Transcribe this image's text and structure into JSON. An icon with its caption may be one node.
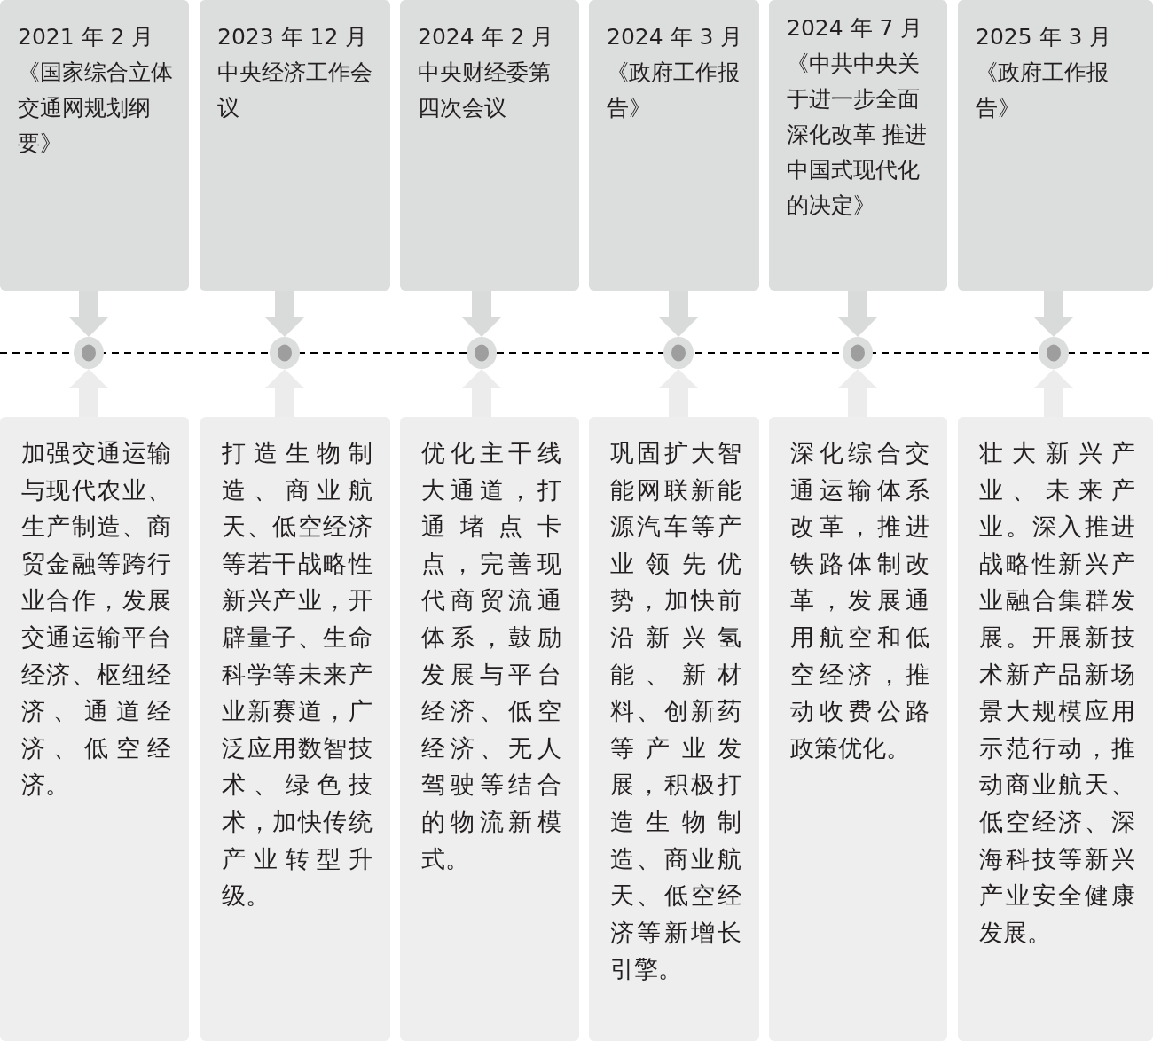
{
  "diagram": {
    "nodes": [
      {
        "text": [
          "2021 年 2 月",
          "《国家综合立体交通网规划纲要》"
        ]
      },
      {
        "text": [
          "2023 年 12 月",
          "中央经济工作会议"
        ]
      },
      {
        "text": [
          "2024 年 2 月",
          "中央财经委第四次会议"
        ]
      },
      {
        "text": [
          "2024 年 3 月",
          "《政府工作报告》"
        ]
      },
      {
        "text": [
          "2024 年 7 月",
          "《中共中央关于进一步全面深化改革 推进中国式现代化的决定》"
        ]
      },
      {
        "text": [
          "2025 年 3 月",
          "《政府工作报告》"
        ]
      },
      {
        "text": [],
        "shape": "circle"
      },
      {
        "text": [],
        "shape": "circle"
      },
      {
        "text": [],
        "shape": "circle"
      },
      {
        "text": [],
        "shape": "circle"
      },
      {
        "text": [],
        "shape": "circle"
      },
      {
        "text": [],
        "shape": "circle"
      },
      {
        "text": [
          "加强交通运输与现代农业、生产制造、商贸金融等跨行业合作，发展交通运输平台经济、枢纽经济、通道经济、低空经济。"
        ]
      },
      {
        "text": [
          "打造生物制造、商业航天、低空经济等若干战略性新兴产业，开辟量子、生命科学等未来产业新赛道，广泛应用数智技术、绿色技术，加快传统产业转型升级。"
        ]
      },
      {
        "text": [
          "优化主干线大通道，打通堵点卡点，完善现代商贸流通体系，鼓励发展与平台经济、低空经济、无人驾驶等结合的物流新模式。"
        ]
      },
      {
        "text": [
          "巩固扩大智能网联新能源汽车等产业领先优势，加快前沿新兴氢能、新材料、创新药等产业发展，积极打造生物制造、商业航天、低空经济等新增长引擎。"
        ]
      },
      {
        "text": [
          "深化综合交通运输体系改革，推进铁路体制改革，发展通用航空和低空经济，推动收费公路政策优化。"
        ]
      },
      {
        "text": [
          "壮大新兴产业、未来产业。深入推进战略性新兴产业融合集群发展。开展新技术新产品新场景大规模应用示范行动，推动商业航天、低空经济、深海科技等新兴产业安全健康发展。"
        ]
      }
    ],
    "edges": [
      {
        "from": 0,
        "to": 6,
        "arrow": "to"
      },
      {
        "from": 1,
        "to": 7,
        "arrow": "to"
      },
      {
        "from": 2,
        "to": 8,
        "arrow": "to"
      },
      {
        "from": 3,
        "to": 9,
        "arrow": "to"
      },
      {
        "from": 4,
        "to": 10,
        "arrow": "to"
      },
      {
        "from": 5,
        "to": 11,
        "arrow": "to"
      },
      {
        "from": 12,
        "to": 6,
        "arrow": "to"
      },
      {
        "from": 13,
        "to": 7,
        "arrow": "to"
      },
      {
        "from": 14,
        "to": 8,
        "arrow": "to"
      },
      {
        "from": 15,
        "to": 9,
        "arrow": "to"
      },
      {
        "from": 16,
        "to": 10,
        "arrow": "to"
      },
      {
        "from": 17,
        "to": 11,
        "arrow": "to"
      }
    ]
  }
}
